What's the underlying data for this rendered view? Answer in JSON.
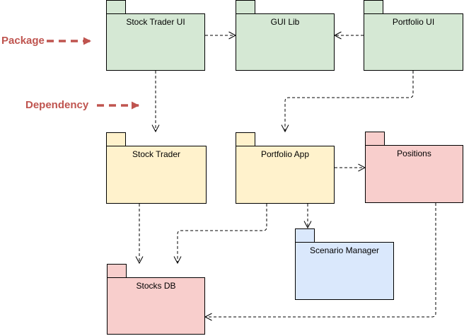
{
  "diagram": {
    "type": "uml-package-diagram",
    "annotations": {
      "package_label": "Package",
      "dependency_label": "Dependency",
      "color": "#bf544f"
    },
    "packages": [
      {
        "id": "stock-trader-ui",
        "label": "Stock Trader UI",
        "fill": "#d5e8d4"
      },
      {
        "id": "gui-lib",
        "label": "GUI Lib",
        "fill": "#d5e8d4"
      },
      {
        "id": "portfolio-ui",
        "label": "Portfolio UI",
        "fill": "#d5e8d4"
      },
      {
        "id": "stock-trader",
        "label": "Stock Trader",
        "fill": "#fff2cc"
      },
      {
        "id": "portfolio-app",
        "label": "Portfolio App",
        "fill": "#fff2cc"
      },
      {
        "id": "positions",
        "label": "Positions",
        "fill": "#f8cecc"
      },
      {
        "id": "scenario-manager",
        "label": "Scenario Manager",
        "fill": "#dae8fc"
      },
      {
        "id": "stocks-db",
        "label": "Stocks DB",
        "fill": "#f8cecc"
      }
    ],
    "dependencies": [
      {
        "from": "Stock Trader UI",
        "to": "GUI Lib"
      },
      {
        "from": "Portfolio UI",
        "to": "GUI Lib"
      },
      {
        "from": "Stock Trader UI",
        "to": "Stock Trader"
      },
      {
        "from": "Portfolio UI",
        "to": "Portfolio App"
      },
      {
        "from": "Portfolio App",
        "to": "Positions"
      },
      {
        "from": "Portfolio App",
        "to": "Scenario Manager"
      },
      {
        "from": "Portfolio App",
        "to": "Stocks DB"
      },
      {
        "from": "Stock Trader",
        "to": "Stocks DB"
      },
      {
        "from": "Positions",
        "to": "Stocks DB"
      }
    ],
    "edge_style": {
      "stroke": "#000000",
      "dash": "4 3",
      "arrowhead": "open"
    },
    "border_color": "#000000"
  }
}
